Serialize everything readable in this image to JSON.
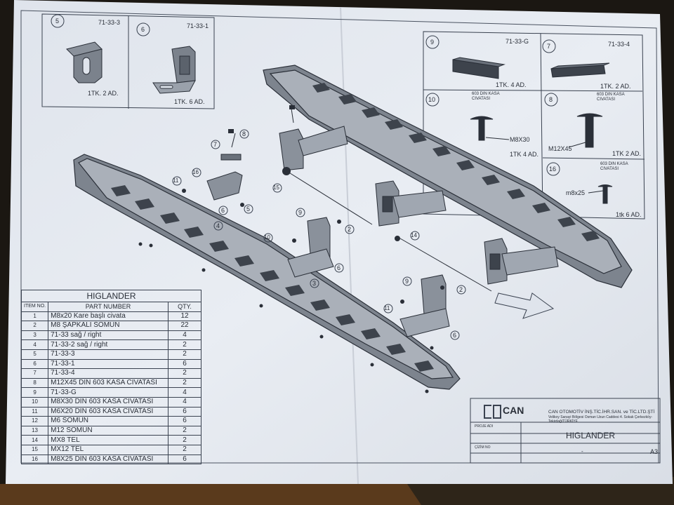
{
  "parts_table": {
    "title": "HIGLANDER",
    "headers": {
      "item": "ITEM NO.",
      "part": "PART NUMBER",
      "qty": "QTY."
    },
    "rows": [
      {
        "item": "1",
        "part": "M8x20 Kare başlı civata",
        "qty": "12"
      },
      {
        "item": "2",
        "part": "M8 ŞAPKALI SOMUN",
        "qty": "22"
      },
      {
        "item": "3",
        "part": "71-33 sağ / right",
        "qty": "4"
      },
      {
        "item": "4",
        "part": "71-33-2 sağ / right",
        "qty": "2"
      },
      {
        "item": "5",
        "part": "71-33-3",
        "qty": "2"
      },
      {
        "item": "6",
        "part": "71-33-1",
        "qty": "6"
      },
      {
        "item": "7",
        "part": "71-33-4",
        "qty": "2"
      },
      {
        "item": "8",
        "part": "M12X45  DIN 603 KASA CİVATASI",
        "qty": "2"
      },
      {
        "item": "9",
        "part": "71-33-G",
        "qty": "4"
      },
      {
        "item": "10",
        "part": "M8X30  DIN 603 KASA CİVATASI",
        "qty": "4"
      },
      {
        "item": "11",
        "part": "M6X20  DIN 603 KASA CİVATASI",
        "qty": "6"
      },
      {
        "item": "12",
        "part": "M6 SOMUN",
        "qty": "6"
      },
      {
        "item": "13",
        "part": "M12 SOMUN",
        "qty": "2"
      },
      {
        "item": "14",
        "part": "MX8 TEL",
        "qty": "2"
      },
      {
        "item": "15",
        "part": "MX12 TEL",
        "qty": "2"
      },
      {
        "item": "16",
        "part": "M8X25  DIN 603 KASA CİVATASI",
        "qty": "6"
      }
    ]
  },
  "detail_top_left": [
    {
      "num": "5",
      "code": "71-33-3",
      "qty": "1TK. 2 AD."
    },
    {
      "num": "6",
      "code": "71-33-1",
      "qty": "1TK. 6 AD."
    }
  ],
  "detail_right": [
    {
      "num": "9",
      "code": "71-33-G",
      "qty": "1TK. 4 AD."
    },
    {
      "num": "7",
      "code": "71-33-4",
      "qty": "1TK. 2 AD."
    },
    {
      "num": "10",
      "heading": "603 DIN KASA CIVATASI",
      "size": "M8X30",
      "qty": "1TK 4 AD."
    },
    {
      "num": "8",
      "heading": "603 DIN KASA CIVATASI",
      "size": "M12X45",
      "qty": "1TK 2 AD."
    },
    {
      "num": "16",
      "heading": "603 DIN KASA CIVATASI",
      "size": "m8x25",
      "qty": "1tk 6 AD."
    }
  ],
  "callouts": [
    "8",
    "7",
    "11",
    "16",
    "5",
    "6",
    "4",
    "15",
    "9",
    "10",
    "2",
    "3",
    "6",
    "14",
    "9",
    "2",
    "11",
    "6"
  ],
  "title_block": {
    "logo": "CAN",
    "company": "CAN OTOMOTİV İNŞ.TİC.İHR.SAN. ve TİC.LTD.ŞTİ",
    "address": "Velikoy Sanayi Bölgesi Osman Uzun Caddesi 4. Sokak Çerkezköy-Tekirdağ/TÜRKİYE",
    "project_label": "PROJE ADI",
    "project_value": "HIGLANDER",
    "sheet_label": "ÇİZİM NO",
    "sheet_size": "A3",
    "dash": "-"
  },
  "colors": {
    "paper": "#e4e8ef",
    "ink": "#2a2f38",
    "table": "#3a4250",
    "background": "#1b1712"
  }
}
